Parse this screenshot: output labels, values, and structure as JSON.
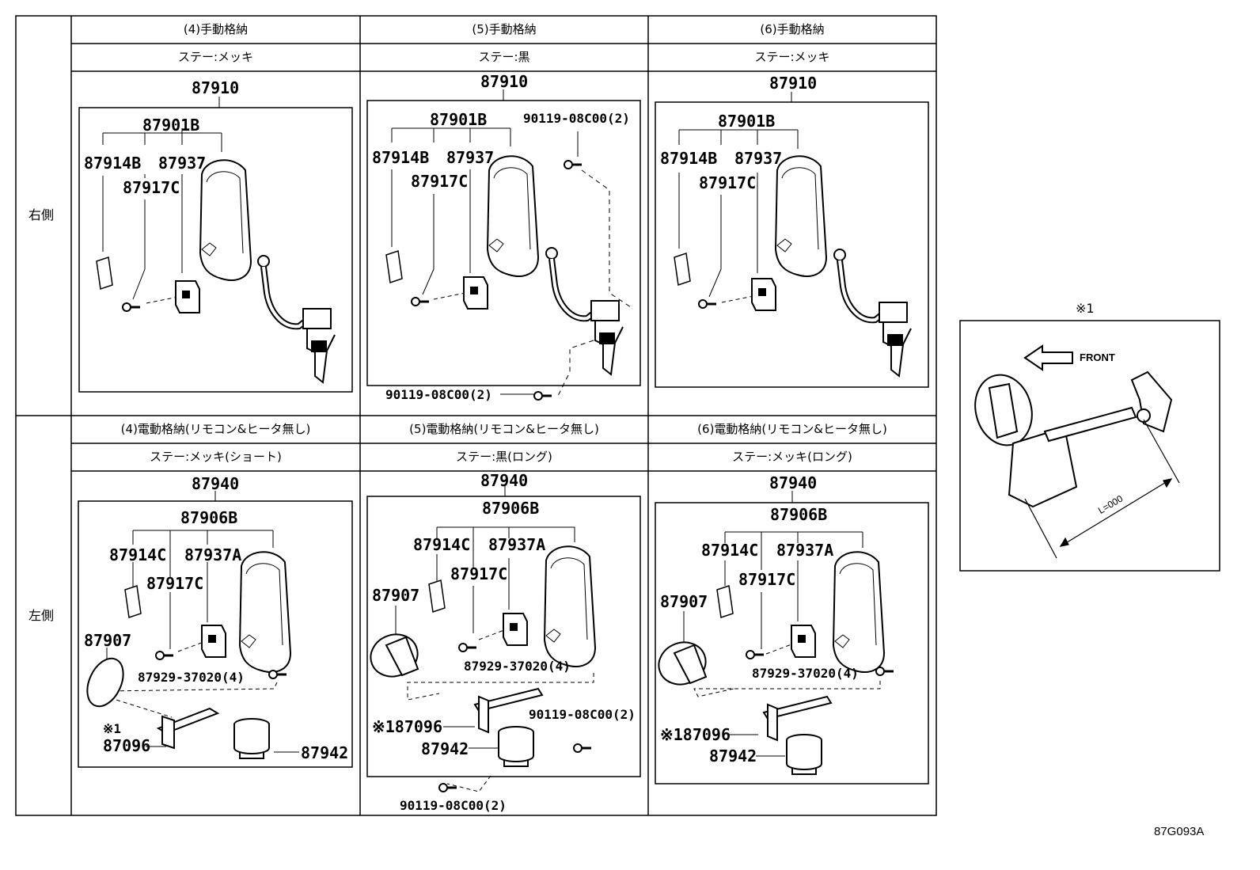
{
  "rows": {
    "right": "右側",
    "left": "左側"
  },
  "top": {
    "headers": [
      "(4)手動格納",
      "(5)手動格納",
      "(6)手動格納"
    ],
    "stays": [
      "ステー:メッキ",
      "ステー:黒",
      "ステー:メッキ"
    ],
    "cells": [
      {
        "assy": "87910",
        "sub": "87901B",
        "p1": "87914B",
        "p2": "87937",
        "p3": "87917C"
      },
      {
        "assy": "87910",
        "sub": "87901B",
        "p1": "87914B",
        "p2": "87937",
        "p3": "87917C",
        "bolt_top": "90119-08C00(2)",
        "bolt_bottom": "90119-08C00(2)"
      },
      {
        "assy": "87910",
        "sub": "87901B",
        "p1": "87914B",
        "p2": "87937",
        "p3": "87917C"
      }
    ]
  },
  "bottom": {
    "headers": [
      "(4)電動格納(リモコン&ヒータ無し)",
      "(5)電動格納(リモコン&ヒータ無し)",
      "(6)電動格納(リモコン&ヒータ無し)"
    ],
    "stays": [
      "ステー:メッキ(ショート)",
      "ステー:黒(ロング)",
      "ステー:メッキ(ロング)"
    ],
    "cells": [
      {
        "assy": "87940",
        "sub": "87906B",
        "p1": "87914C",
        "p2": "87937A",
        "p3": "87917C",
        "glass": "87907",
        "screw": "87929-37020(4)",
        "note": "※1",
        "stay": "87096",
        "motor": "87942"
      },
      {
        "assy": "87940",
        "sub": "87906B",
        "p1": "87914C",
        "p2": "87937A",
        "p3": "87917C",
        "glass": "87907",
        "screw": "87929-37020(4)",
        "stay": "※187096",
        "motor": "87942",
        "bolt_mid": "90119-08C00(2)",
        "bolt_bottom": "90119-08C00(2)"
      },
      {
        "assy": "87940",
        "sub": "87906B",
        "p1": "87914C",
        "p2": "87937A",
        "p3": "87917C",
        "glass": "87907",
        "screw": "87929-37020(4)",
        "stay": "※187096",
        "motor": "87942"
      }
    ]
  },
  "inset": {
    "note": "※1",
    "front": "FRONT",
    "length": "L=000"
  },
  "diagram_code": "87G093A"
}
